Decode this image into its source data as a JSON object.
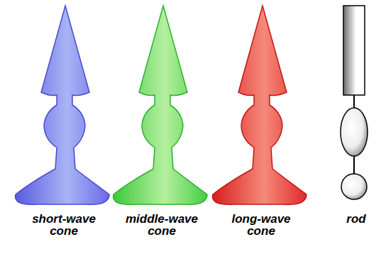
{
  "diagram": {
    "labels": [
      "short-wave cone",
      "middle-wave cone",
      "long-wave cone",
      "rod"
    ]
  }
}
